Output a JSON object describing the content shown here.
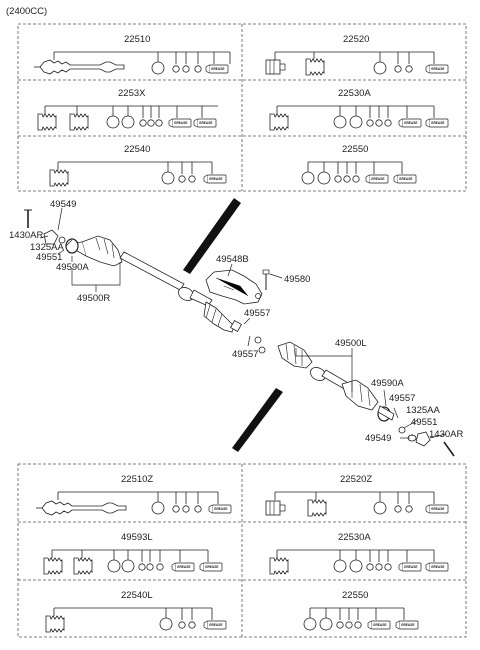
{
  "header": {
    "engine_note": "(2400CC)"
  },
  "grease_label": "GREASE",
  "kits_top": [
    {
      "code": "22510"
    },
    {
      "code": "22520"
    },
    {
      "code": "2253X"
    },
    {
      "code": "22530A"
    },
    {
      "code": "22540"
    },
    {
      "code": "22550"
    }
  ],
  "kits_bottom": [
    {
      "code": "22510Z"
    },
    {
      "code": "22520Z"
    },
    {
      "code": "49593L"
    },
    {
      "code": "22530A"
    },
    {
      "code": "22540L"
    },
    {
      "code": "22550"
    }
  ],
  "callouts": {
    "c1430AR_left": "1430AR",
    "c49549_left": "49549",
    "c1325AA_left": "1325AA",
    "c49551_left": "49551",
    "c49590A_left": "49590A",
    "c49500R": "49500R",
    "c49548B": "49548B",
    "c49580": "49580",
    "c49557_a": "49557",
    "c49557_b": "49557",
    "c49500L": "49500L",
    "c49590A_right": "49590A",
    "c49557_c": "49557",
    "c1325AA_right": "1325AA",
    "c49551_right": "49551",
    "c49549_right": "49549",
    "c1430AR_right": "1430AR"
  }
}
